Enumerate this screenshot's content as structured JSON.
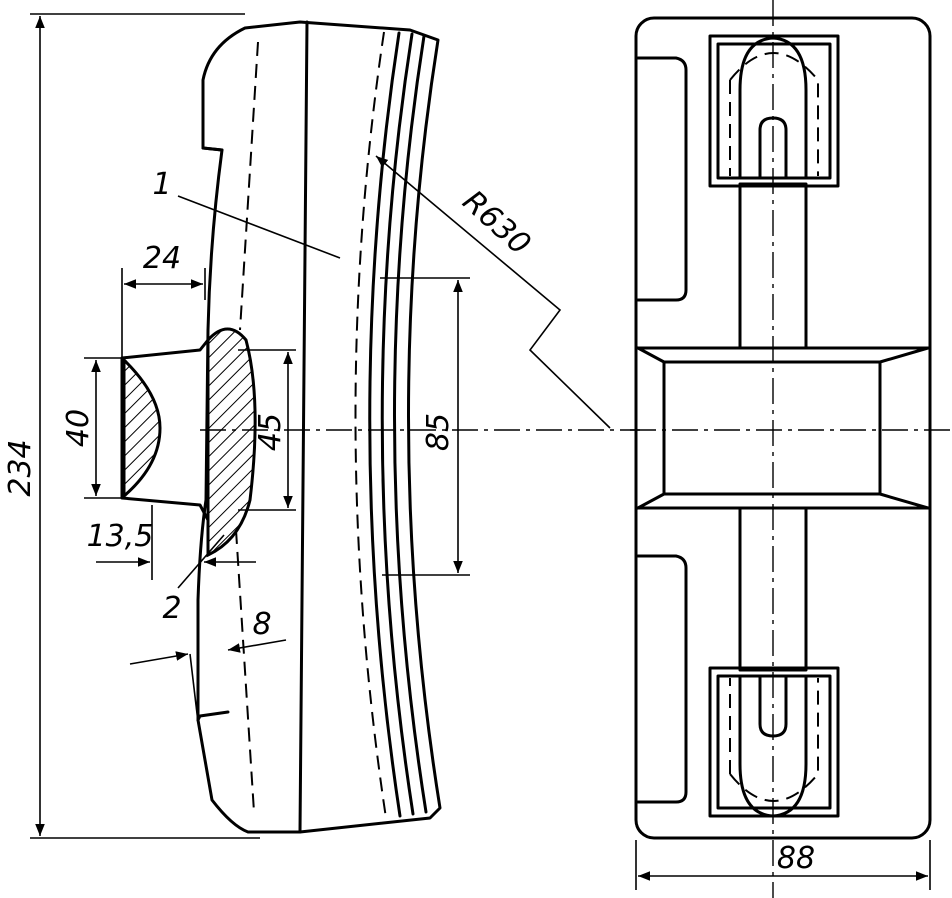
{
  "dimensions": {
    "overall_height": "234",
    "top_width": "24",
    "section_height": "40",
    "offset": "13,5",
    "insert_height": "45",
    "span": "85",
    "radius": "R630",
    "thickness": "8",
    "width": "88"
  },
  "callouts": {
    "part_1": "1",
    "part_2": "2"
  },
  "colors": {
    "line": "#000000",
    "background": "#ffffff"
  }
}
